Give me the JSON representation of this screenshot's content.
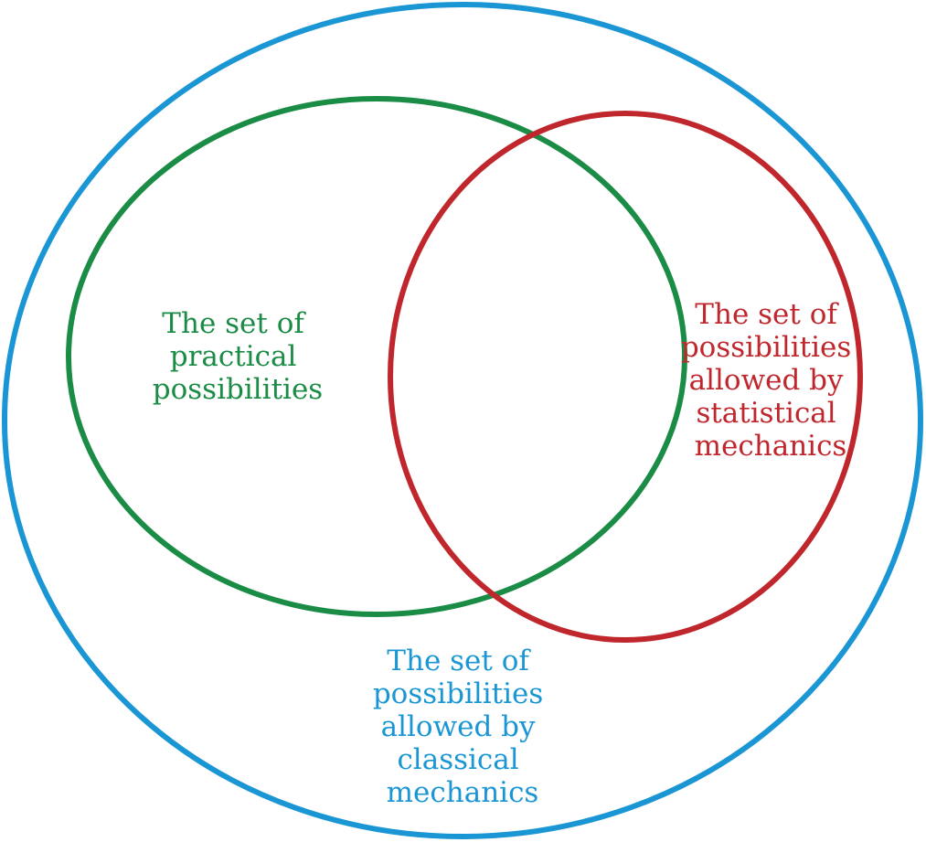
{
  "diagram": {
    "sets": [
      {
        "id": "classical",
        "lines": [
          "The set of",
          "possibilities",
          "allowed by",
          "classical",
          "mechanics"
        ],
        "color": "#1b96d4"
      },
      {
        "id": "practical",
        "lines": [
          "The set of",
          "practical",
          "possibilities"
        ],
        "color": "#1a8c45"
      },
      {
        "id": "statistical",
        "lines": [
          "The set of",
          "possibilities",
          "allowed by",
          "statistical",
          "mechanics"
        ],
        "color": "#c0272d"
      }
    ]
  }
}
